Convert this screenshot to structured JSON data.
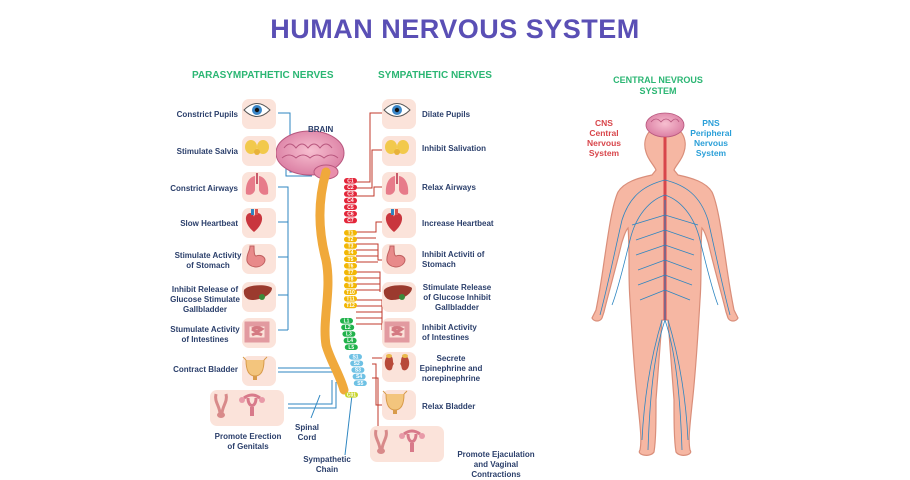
{
  "title": "HUMAN NERVOUS SYSTEM",
  "parasympathetic": {
    "heading": "PARASYMPATHETIC NERVES",
    "items": [
      {
        "label": "Constrict Pupils",
        "organ": "eye-icon"
      },
      {
        "label": "Stimulate Salvia",
        "organ": "salivary-glands-icon"
      },
      {
        "label": "Constrict Airways",
        "organ": "lungs-icon"
      },
      {
        "label": "Slow Heartbeat",
        "organ": "heart-icon"
      },
      {
        "label": "Stimulate Activity of Stomach",
        "organ": "stomach-icon"
      },
      {
        "label": "Inhibit Release of Glucose Stimulate Gallbladder",
        "organ": "liver-icon"
      },
      {
        "label": "Stumulate Activity of Intestines",
        "organ": "intestines-icon"
      },
      {
        "label": "Contract Bladder",
        "organ": "bladder-icon"
      },
      {
        "label": "Promote Erection of Genitals",
        "organ": "genitals-icon"
      }
    ]
  },
  "sympathetic": {
    "heading": "SYMPATHETIC NERVES",
    "items": [
      {
        "label": "Dilate Pupils",
        "organ": "eye-icon"
      },
      {
        "label": "Inhibit Salivation",
        "organ": "salivary-glands-icon"
      },
      {
        "label": "Relax Airways",
        "organ": "lungs-icon"
      },
      {
        "label": "Increase Heartbeat",
        "organ": "heart-icon"
      },
      {
        "label": "Inhibit Activiti of Stomach",
        "organ": "stomach-icon"
      },
      {
        "label": "Stimulate Release of Glucose Inhibit Gallbladder",
        "organ": "liver-icon"
      },
      {
        "label": "Inhibit Activity of Intestines",
        "organ": "intestines-icon"
      },
      {
        "label": "Secrete Epinephrine and norepinephrine",
        "organ": "kidneys-icon"
      },
      {
        "label": "Relax Bladder",
        "organ": "bladder-icon"
      },
      {
        "label": "Promote Ejaculation and Vaginal Contractions",
        "organ": "genitals-icon"
      }
    ]
  },
  "spine": {
    "brain_label": "BRAIN",
    "spinal_cord_label": "Spinal Cord",
    "sympathetic_chain_label": "Sympathetic Chain",
    "cervical": [
      "C1",
      "C2",
      "C3",
      "C4",
      "C5",
      "C6",
      "C7"
    ],
    "thoracic": [
      "T1",
      "T2",
      "T3",
      "T4",
      "T5",
      "T6",
      "T7",
      "T8",
      "T9",
      "T10",
      "T11",
      "T12"
    ],
    "lumbar": [
      "L1",
      "L2",
      "L3",
      "L4",
      "L5"
    ],
    "sacral": [
      "S1",
      "S2",
      "S3",
      "S4",
      "S5"
    ],
    "coccygeal": [
      "C01"
    ]
  },
  "body": {
    "heading": "CENTRAL NEVROUS SYSTEM",
    "cns_label": "CNS Central Nervous System",
    "pns_label": "PNS Peripheral Nervous System"
  },
  "colors": {
    "title": "#5a4fb5",
    "heading": "#2bb673",
    "label": "#2b3f6b",
    "nerve_blue": "#2e86c1",
    "nerve_red": "#c0392b",
    "spinal_cord": "#f0a93b",
    "cervical": "#e3263a",
    "thoracic": "#f2b705",
    "lumbar": "#21b24b",
    "sacral": "#6ec1e4",
    "coccygeal": "#c8d52c",
    "skin": "#f6b7a3",
    "cns": "#d8464b",
    "pns": "#2a9fd8"
  }
}
